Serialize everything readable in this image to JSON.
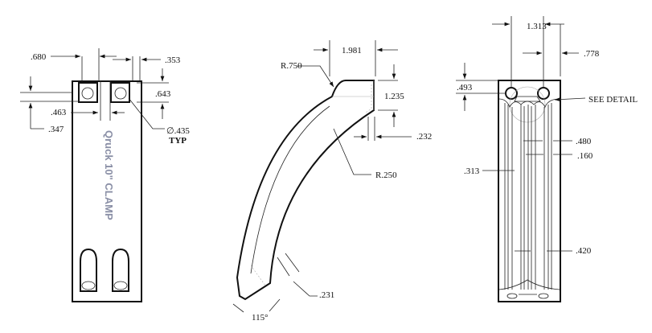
{
  "front_view": {
    "part_label": "Qruck 10\" CLAMP",
    "dims": {
      "d680": ".680",
      "d353": ".353",
      "d643": ".643",
      "d463": ".463",
      "d347": ".347",
      "hole": "∅.435",
      "typ": "TYP"
    }
  },
  "side_view": {
    "dims": {
      "r750": "R.750",
      "d1981": "1.981",
      "d1235": "1.235",
      "d232": ".232",
      "r250": "R.250",
      "d231": ".231",
      "angle": "115°"
    }
  },
  "back_view": {
    "dims": {
      "d1313": "1.313",
      "d778": ".778",
      "d493": ".493",
      "see_detail": "SEE DETAIL",
      "d480": ".480",
      "d160": ".160",
      "d313": ".313",
      "d420": ".420"
    }
  }
}
